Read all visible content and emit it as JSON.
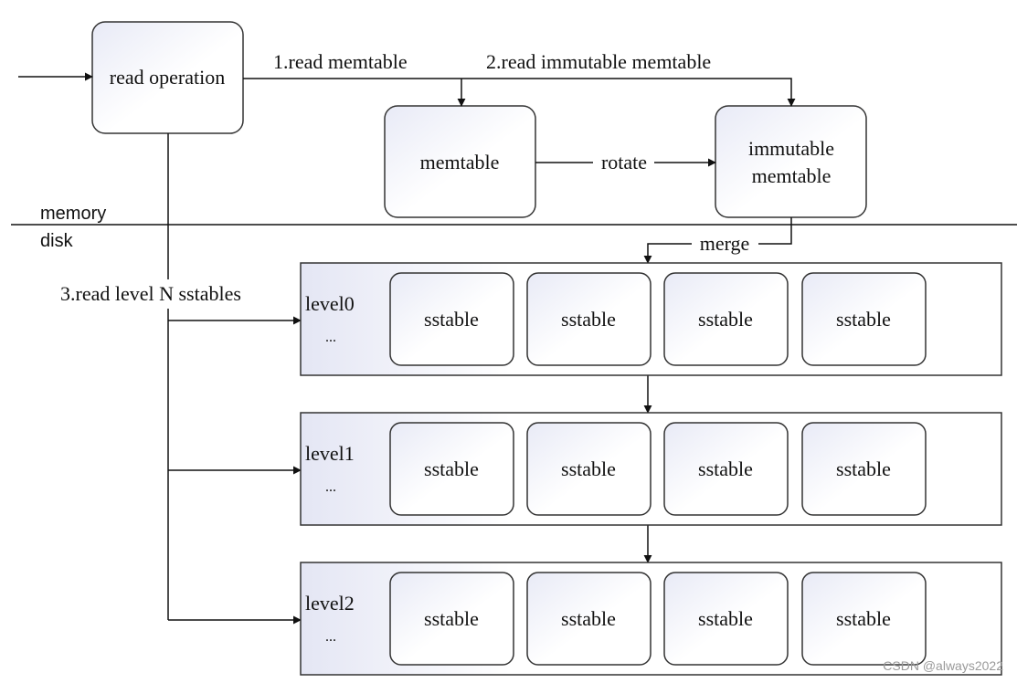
{
  "read_operation": {
    "label": "read operation"
  },
  "memtable": {
    "label": "memtable"
  },
  "immutable_memtable": {
    "line1": "immutable",
    "line2": "memtable"
  },
  "edges": {
    "read_memtable": "1.read memtable",
    "read_immutable": "2.read immutable memtable",
    "read_sstables": "3.read level N sstables",
    "rotate": "rotate",
    "merge": "merge"
  },
  "boundary": {
    "upper": "memory",
    "lower": "disk"
  },
  "levels": [
    {
      "label": "level0",
      "ellipsis": "...",
      "sstables": [
        "sstable",
        "sstable",
        "sstable",
        "sstable"
      ]
    },
    {
      "label": "level1",
      "ellipsis": "...",
      "sstables": [
        "sstable",
        "sstable",
        "sstable",
        "sstable"
      ]
    },
    {
      "label": "level2",
      "ellipsis": "...",
      "sstables": [
        "sstable",
        "sstable",
        "sstable",
        "sstable"
      ]
    }
  ],
  "watermark": "CSDN @always2022"
}
